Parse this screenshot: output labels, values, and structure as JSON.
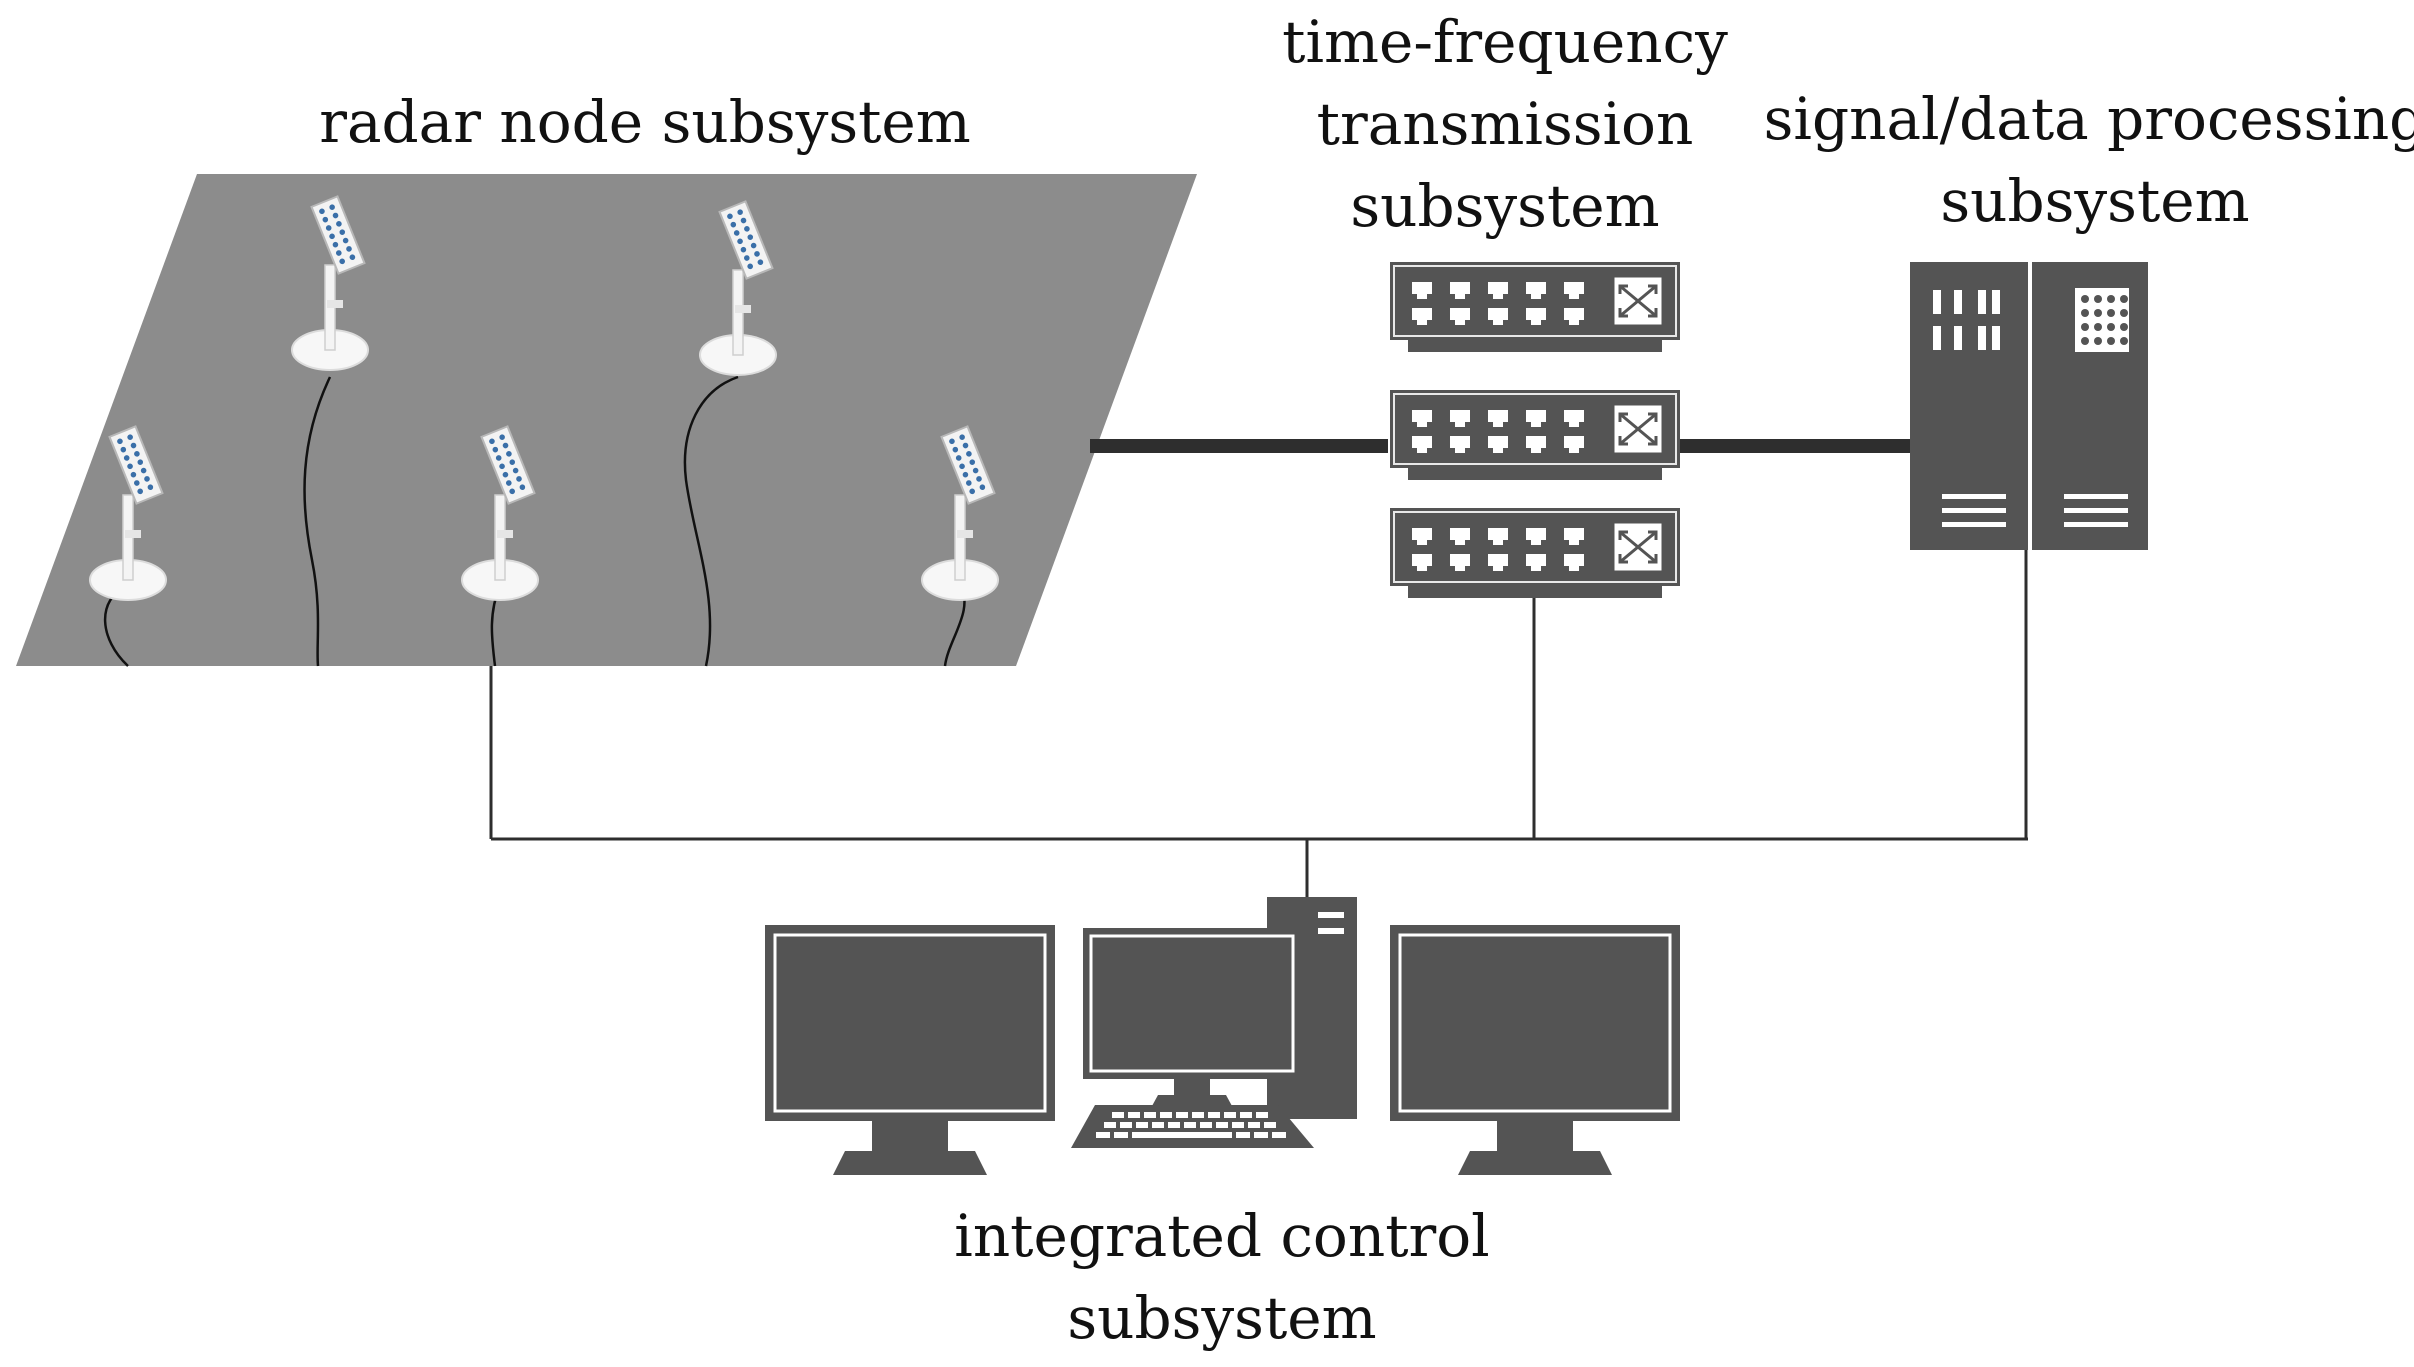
{
  "labels": {
    "radar_node": "radar node subsystem",
    "time_frequency": [
      "time-frequency",
      "transmission",
      "subsystem"
    ],
    "signal_processing": [
      "signal/data processing",
      "subsystem"
    ],
    "integrated_control": [
      "integrated control",
      "subsystem"
    ]
  },
  "colors": {
    "device": "#545454",
    "ground_plane": "#8c8c8c",
    "radar_panel_dots": "#3a6fa8",
    "line": "#2e2e2e",
    "background": "#ffffff"
  },
  "icons": {
    "radar_node": "radar-antenna-icon",
    "switch": "network-switch-icon",
    "server": "server-rack-icon",
    "monitor": "monitor-icon",
    "tower": "computer-tower-icon",
    "keyboard": "keyboard-icon"
  }
}
